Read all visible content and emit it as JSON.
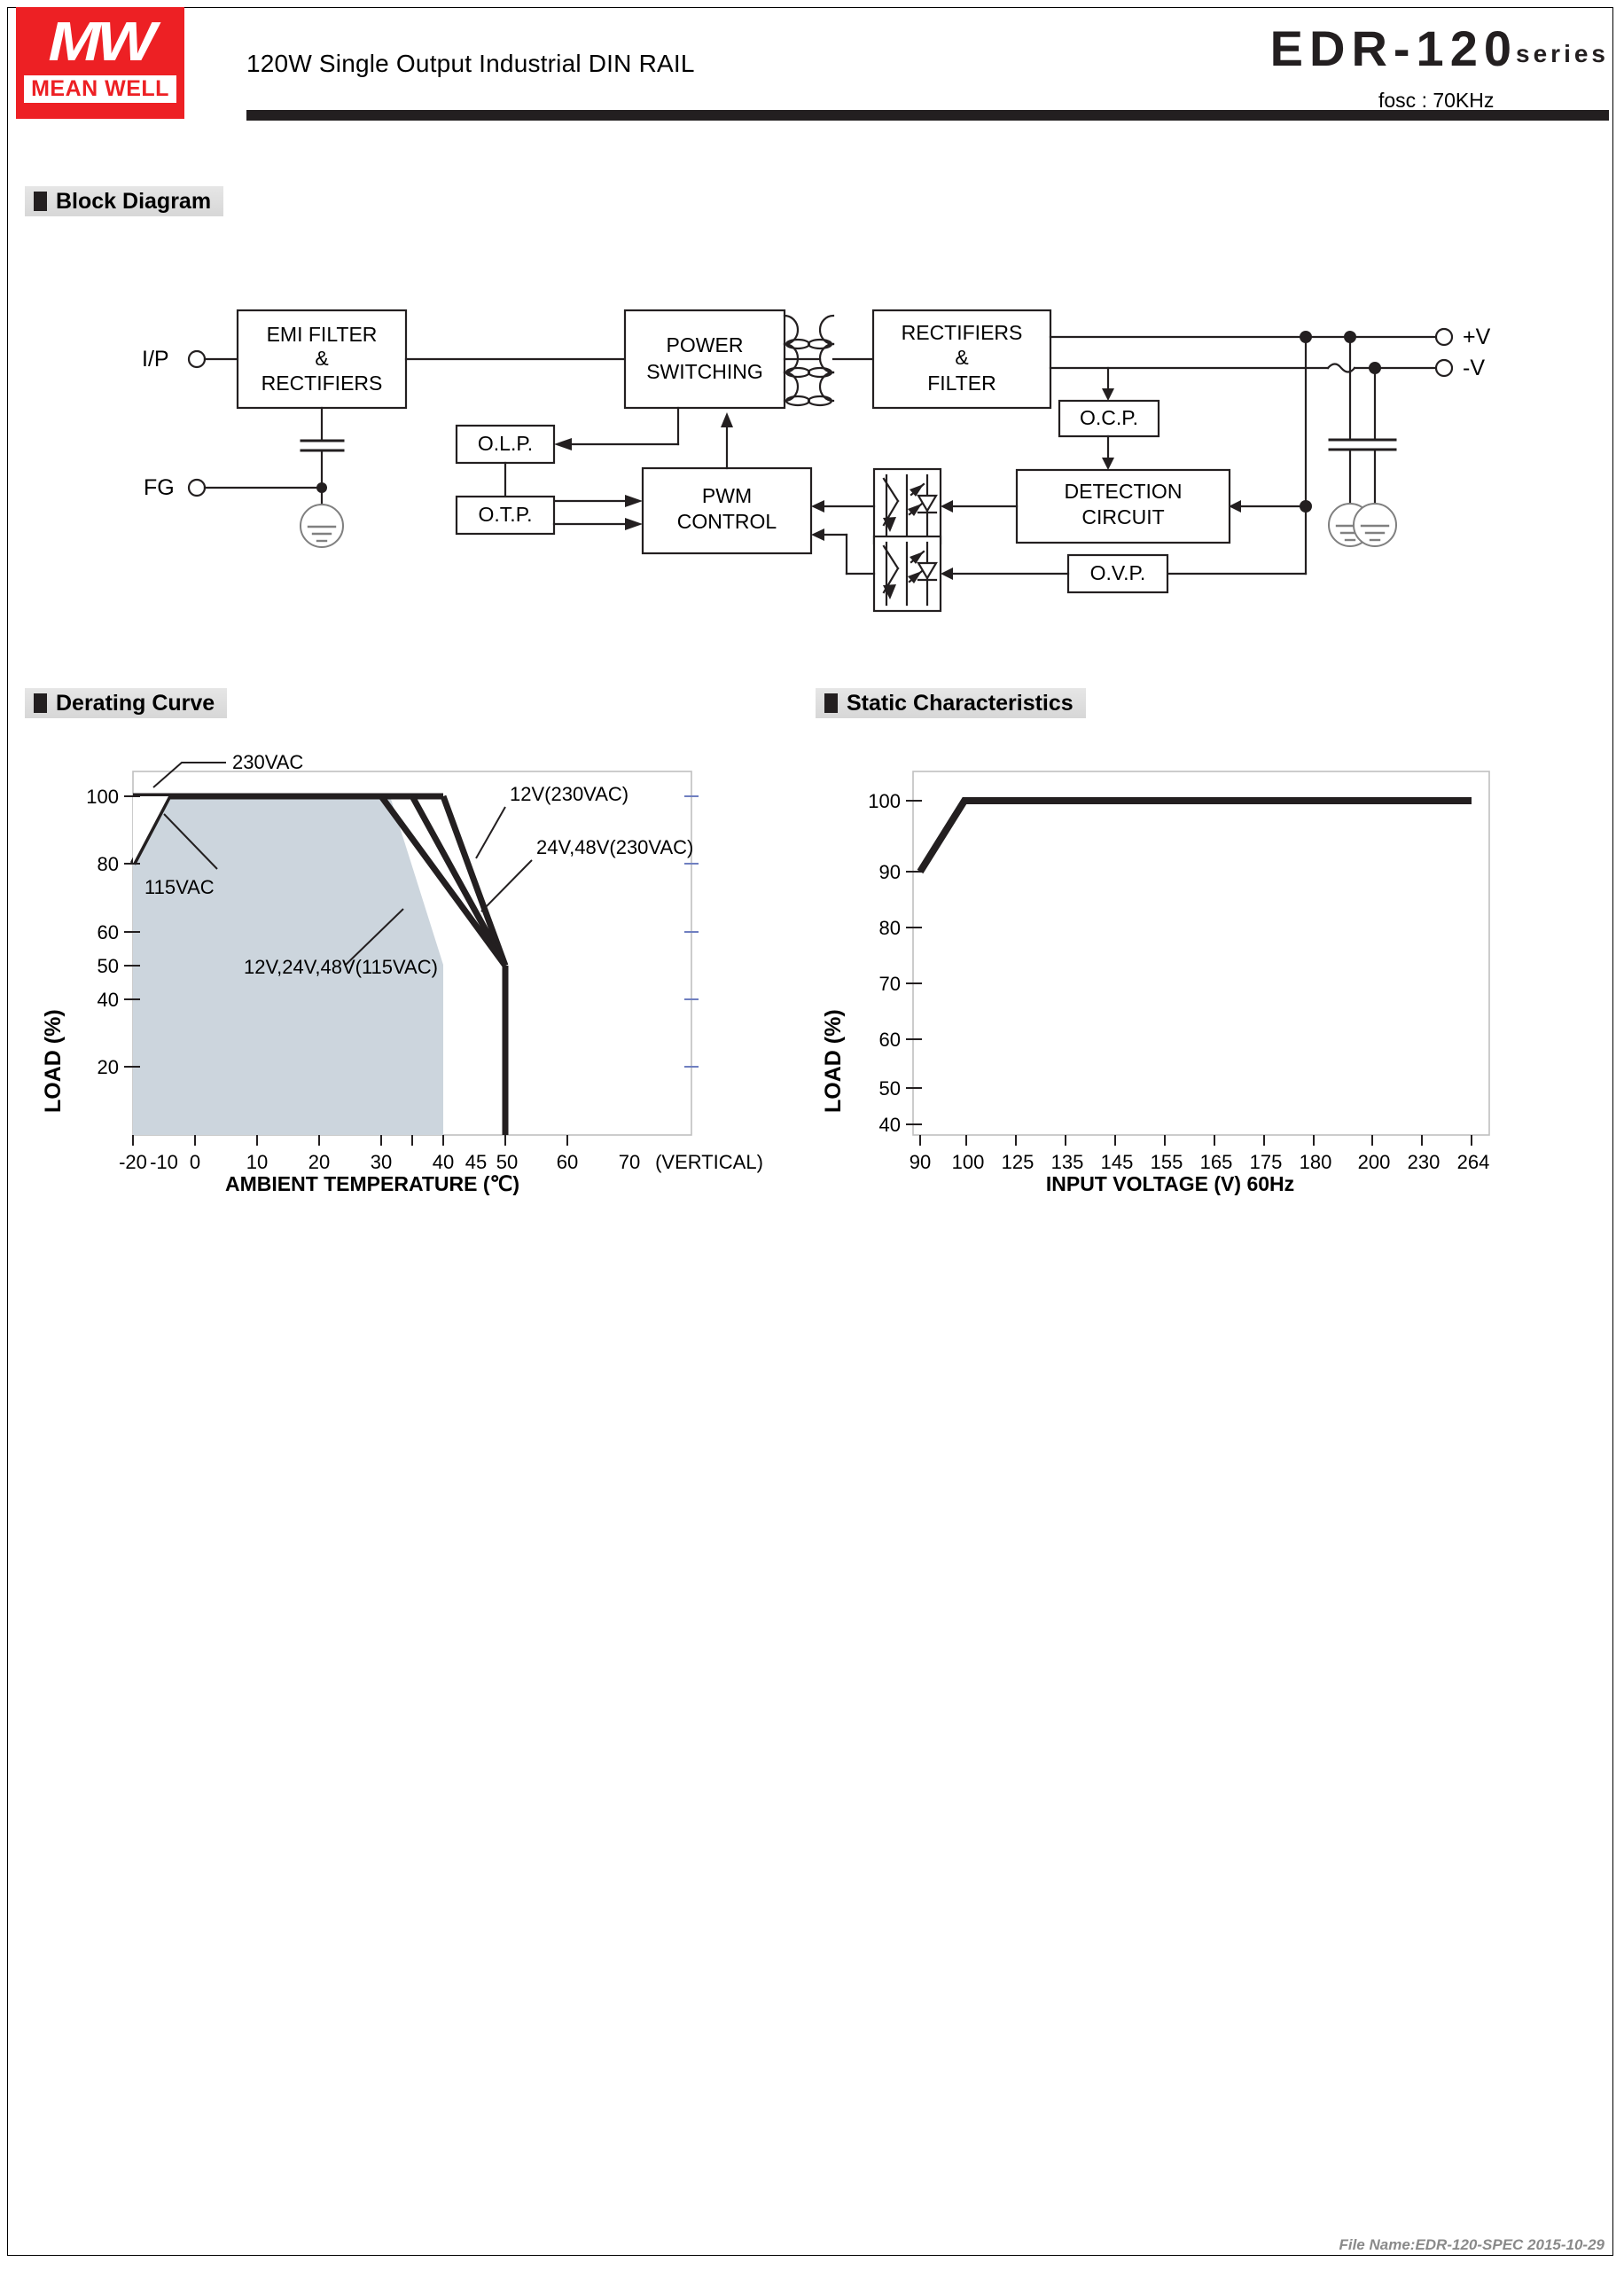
{
  "header": {
    "logo_mark": "MW",
    "logo_name": "MEAN WELL",
    "subtitle": "120W Single Output Industrial DIN RAIL",
    "model": "EDR-120",
    "series": "series"
  },
  "sections": {
    "block_diagram": "Block Diagram",
    "derating_curve": "Derating Curve",
    "static_characteristics": "Static Characteristics"
  },
  "block_diagram": {
    "fosc": "fosc : 70KHz",
    "terminals": {
      "input": "I/P",
      "fg": "FG",
      "v_plus": "+V",
      "v_minus": "-V"
    },
    "blocks": {
      "emi": "EMI FILTER\n&\nRECTIFIERS",
      "emi_l1": "EMI FILTER",
      "emi_l2": "&",
      "emi_l3": "RECTIFIERS",
      "power_switching_l1": "POWER",
      "power_switching_l2": "SWITCHING",
      "rectifiers_l1": "RECTIFIERS",
      "rectifiers_l2": "&",
      "rectifiers_l3": "FILTER",
      "olp": "O.L.P.",
      "otp": "O.T.P.",
      "pwm_l1": "PWM",
      "pwm_l2": "CONTROL",
      "ocp": "O.C.P.",
      "ovp": "O.V.P.",
      "detection_l1": "DETECTION",
      "detection_l2": "CIRCUIT"
    }
  },
  "footer": {
    "file_name": "File Name:EDR-120-SPEC  2015-10-29"
  },
  "chart_data": [
    {
      "id": "derating",
      "type": "line",
      "title": "Derating Curve",
      "xlabel": "AMBIENT TEMPERATURE (℃)",
      "ylabel": "LOAD (%)",
      "xticks": [
        "-20",
        "-10",
        "0",
        "10",
        "20",
        "30",
        "40",
        "45",
        "50",
        "60",
        "70"
      ],
      "xtick_values": [
        -20,
        -10,
        0,
        10,
        20,
        30,
        40,
        45,
        50,
        60,
        70
      ],
      "yticks": [
        "100",
        "80",
        "60",
        "50",
        "40",
        "20"
      ],
      "ytick_values": [
        100,
        80,
        60,
        50,
        40,
        20
      ],
      "xlim": [
        -25,
        78
      ],
      "ylim": [
        0,
        112
      ],
      "note": "(VERTICAL)",
      "grid": false,
      "fill_color": "#ccd5dd",
      "line_color": "#231f20",
      "series": [
        {
          "name": "230VAC",
          "label": "230VAC",
          "points": [
            [
              -20,
              100
            ],
            [
              60,
              100
            ]
          ]
        },
        {
          "name": "115VAC",
          "label": "115VAC",
          "points": [
            [
              -20,
              80
            ],
            [
              -10,
              100
            ]
          ]
        },
        {
          "name": "12V(230VAC)",
          "label": "12V(230VAC)",
          "points": [
            [
              -10,
              100
            ],
            [
              50,
              100
            ],
            [
              60,
              50
            ]
          ]
        },
        {
          "name": "24V,48V(230VAC)",
          "label": "24V,48V(230VAC)",
          "points": [
            [
              -10,
              100
            ],
            [
              45,
              100
            ],
            [
              60,
              50
            ]
          ]
        },
        {
          "name": "12V,24V,48V(115VAC)",
          "label": "12V,24V,48V(115VAC)",
          "points": [
            [
              -10,
              100
            ],
            [
              40,
              100
            ],
            [
              60,
              50
            ]
          ]
        },
        {
          "name": "cutoff",
          "label": "",
          "points": [
            [
              60,
              50
            ],
            [
              60,
              0
            ]
          ]
        }
      ]
    },
    {
      "id": "static",
      "type": "line",
      "title": "Static Characteristics",
      "xlabel": "INPUT VOLTAGE (V) 60Hz",
      "ylabel": "LOAD (%)",
      "xticks": [
        "90",
        "100",
        "125",
        "135",
        "145",
        "155",
        "165",
        "175",
        "180",
        "200",
        "230",
        "264"
      ],
      "yticks": [
        "100",
        "90",
        "80",
        "70",
        "60",
        "50",
        "40"
      ],
      "ytick_values": [
        100,
        90,
        80,
        70,
        60,
        50,
        40
      ],
      "ylim": [
        30,
        105
      ],
      "grid": false,
      "line_color": "#231f20",
      "series": [
        {
          "name": "load",
          "label": "",
          "points": [
            [
              "90",
              90
            ],
            [
              "100",
              100
            ],
            [
              "264",
              100
            ]
          ]
        }
      ]
    }
  ]
}
